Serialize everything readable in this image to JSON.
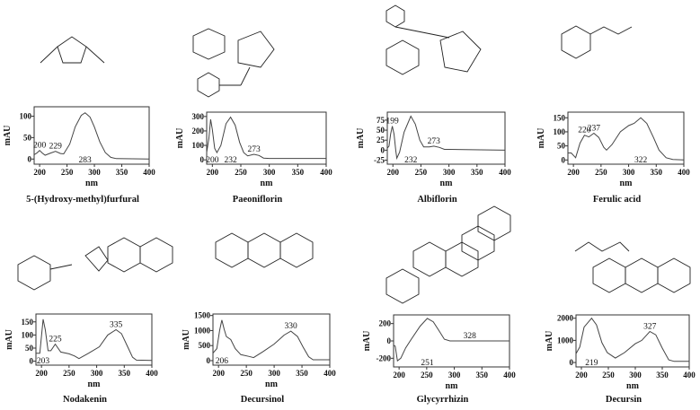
{
  "chart_data": [
    {
      "type": "line",
      "compound": "5-(Hydroxy-methyl)furfural",
      "xlabel": "nm",
      "ylabel": "mAU",
      "xlim": [
        190,
        400
      ],
      "xticks": [
        200,
        250,
        300,
        350,
        400
      ],
      "ylim": [
        -12,
        122
      ],
      "yticks": [
        0,
        50,
        100
      ],
      "points": [
        [
          190,
          10
        ],
        [
          195,
          14
        ],
        [
          200,
          20
        ],
        [
          205,
          14
        ],
        [
          210,
          9
        ],
        [
          220,
          14
        ],
        [
          229,
          18
        ],
        [
          238,
          13
        ],
        [
          244,
          12
        ],
        [
          255,
          35
        ],
        [
          265,
          75
        ],
        [
          276,
          102
        ],
        [
          283,
          108
        ],
        [
          292,
          98
        ],
        [
          300,
          75
        ],
        [
          310,
          40
        ],
        [
          320,
          15
        ],
        [
          330,
          4
        ],
        [
          340,
          1
        ],
        [
          400,
          0
        ]
      ],
      "peaks": [
        {
          "label": "200",
          "x": 200,
          "pos": "above"
        },
        {
          "label": "229",
          "x": 229,
          "pos": "above"
        },
        {
          "label": "283",
          "x": 283,
          "pos": "below"
        }
      ]
    },
    {
      "type": "line",
      "compound": "Paeoniflorin",
      "xlabel": "nm",
      "ylabel": "mAU",
      "xlim": [
        190,
        400
      ],
      "xticks": [
        200,
        250,
        300,
        350,
        400
      ],
      "ylim": [
        -30,
        330
      ],
      "yticks": [
        0,
        100,
        200,
        300
      ],
      "points": [
        [
          190,
          50
        ],
        [
          194,
          150
        ],
        [
          197,
          280
        ],
        [
          200,
          210
        ],
        [
          204,
          80
        ],
        [
          208,
          50
        ],
        [
          215,
          100
        ],
        [
          224,
          250
        ],
        [
          232,
          295
        ],
        [
          240,
          240
        ],
        [
          248,
          120
        ],
        [
          255,
          50
        ],
        [
          262,
          28
        ],
        [
          273,
          38
        ],
        [
          282,
          30
        ],
        [
          290,
          12
        ],
        [
          300,
          10
        ],
        [
          400,
          10
        ]
      ],
      "peaks": [
        {
          "label": "200",
          "x": 200,
          "pos": "below"
        },
        {
          "label": "232",
          "x": 232,
          "pos": "below"
        },
        {
          "label": "273",
          "x": 273,
          "pos": "above"
        }
      ]
    },
    {
      "type": "line",
      "compound": "Albiflorin",
      "xlabel": "nm",
      "ylabel": "mAU",
      "xlim": [
        190,
        400
      ],
      "xticks": [
        200,
        250,
        300,
        350,
        400
      ],
      "ylim": [
        -35,
        95
      ],
      "yticks": [
        -25,
        0,
        25,
        50,
        75
      ],
      "points": [
        [
          190,
          5
        ],
        [
          193,
          10
        ],
        [
          196,
          40
        ],
        [
          199,
          60
        ],
        [
          202,
          40
        ],
        [
          205,
          0
        ],
        [
          207,
          -20
        ],
        [
          212,
          -5
        ],
        [
          220,
          45
        ],
        [
          232,
          85
        ],
        [
          240,
          65
        ],
        [
          248,
          25
        ],
        [
          255,
          8
        ],
        [
          265,
          8
        ],
        [
          273,
          10
        ],
        [
          283,
          7
        ],
        [
          292,
          2
        ],
        [
          300,
          2
        ],
        [
          400,
          0
        ]
      ],
      "peaks": [
        {
          "label": "199",
          "x": 199,
          "pos": "above"
        },
        {
          "label": "232",
          "x": 232,
          "pos": "below"
        },
        {
          "label": "273",
          "x": 273,
          "pos": "above"
        }
      ]
    },
    {
      "type": "line",
      "compound": "Ferulic acid",
      "xlabel": "nm",
      "ylabel": "mAU",
      "xlim": [
        190,
        400
      ],
      "xticks": [
        200,
        250,
        300,
        350,
        400
      ],
      "ylim": [
        -15,
        170
      ],
      "yticks": [
        0,
        50,
        100,
        150
      ],
      "points": [
        [
          190,
          25
        ],
        [
          196,
          25
        ],
        [
          204,
          8
        ],
        [
          212,
          60
        ],
        [
          220,
          88
        ],
        [
          228,
          82
        ],
        [
          237,
          95
        ],
        [
          246,
          80
        ],
        [
          255,
          45
        ],
        [
          260,
          35
        ],
        [
          270,
          55
        ],
        [
          285,
          100
        ],
        [
          300,
          122
        ],
        [
          310,
          130
        ],
        [
          322,
          150
        ],
        [
          333,
          130
        ],
        [
          345,
          80
        ],
        [
          355,
          35
        ],
        [
          368,
          8
        ],
        [
          380,
          2
        ],
        [
          400,
          0
        ]
      ],
      "peaks": [
        {
          "label": "220",
          "x": 220,
          "pos": "above"
        },
        {
          "label": "237",
          "x": 237,
          "pos": "above"
        },
        {
          "label": "322",
          "x": 322,
          "pos": "below"
        }
      ]
    },
    {
      "type": "line",
      "compound": "Nodakenin",
      "xlabel": "nm",
      "ylabel": "mAU",
      "xlim": [
        190,
        400
      ],
      "xticks": [
        200,
        250,
        300,
        350,
        400
      ],
      "ylim": [
        -15,
        180
      ],
      "yticks": [
        0,
        50,
        100,
        150
      ],
      "points": [
        [
          190,
          30
        ],
        [
          197,
          30
        ],
        [
          203,
          160
        ],
        [
          207,
          120
        ],
        [
          212,
          40
        ],
        [
          217,
          40
        ],
        [
          225,
          65
        ],
        [
          235,
          35
        ],
        [
          250,
          28
        ],
        [
          260,
          20
        ],
        [
          268,
          10
        ],
        [
          285,
          30
        ],
        [
          305,
          55
        ],
        [
          320,
          100
        ],
        [
          335,
          120
        ],
        [
          345,
          105
        ],
        [
          355,
          60
        ],
        [
          365,
          15
        ],
        [
          372,
          4
        ],
        [
          400,
          3
        ]
      ],
      "peaks": [
        {
          "label": "203",
          "x": 203,
          "pos": "below"
        },
        {
          "label": "225",
          "x": 225,
          "pos": "above"
        },
        {
          "label": "335",
          "x": 335,
          "pos": "above"
        }
      ]
    },
    {
      "type": "line",
      "compound": "Decursinol",
      "xlabel": "nm",
      "ylabel": "mAU",
      "xlim": [
        190,
        400
      ],
      "xticks": [
        200,
        250,
        300,
        350,
        400
      ],
      "ylim": [
        -150,
        1550
      ],
      "yticks": [
        0,
        500,
        1000,
        1500
      ],
      "points": [
        [
          190,
          250
        ],
        [
          197,
          400
        ],
        [
          202,
          1000
        ],
        [
          206,
          1350
        ],
        [
          210,
          1050
        ],
        [
          214,
          800
        ],
        [
          222,
          700
        ],
        [
          230,
          400
        ],
        [
          240,
          200
        ],
        [
          255,
          140
        ],
        [
          263,
          100
        ],
        [
          280,
          300
        ],
        [
          300,
          550
        ],
        [
          318,
          850
        ],
        [
          330,
          980
        ],
        [
          342,
          800
        ],
        [
          352,
          450
        ],
        [
          362,
          130
        ],
        [
          370,
          30
        ],
        [
          400,
          30
        ]
      ],
      "peaks": [
        {
          "label": "206",
          "x": 206,
          "pos": "below"
        },
        {
          "label": "330",
          "x": 330,
          "pos": "above"
        }
      ]
    },
    {
      "type": "line",
      "compound": "Glycyrrhizin",
      "xlabel": "nm",
      "ylabel": "mAU",
      "xlim": [
        190,
        400
      ],
      "xticks": [
        200,
        250,
        300,
        350,
        400
      ],
      "ylim": [
        -300,
        300
      ],
      "yticks": [
        -200,
        0,
        200
      ],
      "points": [
        [
          190,
          -50
        ],
        [
          193,
          -60
        ],
        [
          197,
          -230
        ],
        [
          203,
          -200
        ],
        [
          212,
          -80
        ],
        [
          222,
          20
        ],
        [
          238,
          170
        ],
        [
          251,
          260
        ],
        [
          262,
          220
        ],
        [
          272,
          120
        ],
        [
          282,
          20
        ],
        [
          292,
          0
        ],
        [
          400,
          0
        ]
      ],
      "peaks": [
        {
          "label": "251",
          "x": 251,
          "pos": "below"
        },
        {
          "label": "328",
          "x": 328,
          "pos": "above"
        }
      ]
    },
    {
      "type": "line",
      "compound": "Decursin",
      "xlabel": "nm",
      "ylabel": "mAU",
      "xlim": [
        190,
        400
      ],
      "xticks": [
        200,
        250,
        300,
        350,
        400
      ],
      "ylim": [
        -200,
        2150
      ],
      "yticks": [
        0,
        1000,
        2000
      ],
      "points": [
        [
          190,
          400
        ],
        [
          197,
          700
        ],
        [
          205,
          1600
        ],
        [
          219,
          2000
        ],
        [
          228,
          1700
        ],
        [
          238,
          900
        ],
        [
          248,
          450
        ],
        [
          263,
          200
        ],
        [
          280,
          450
        ],
        [
          300,
          850
        ],
        [
          312,
          1000
        ],
        [
          327,
          1400
        ],
        [
          338,
          1250
        ],
        [
          350,
          650
        ],
        [
          362,
          120
        ],
        [
          372,
          50
        ],
        [
          400,
          50
        ]
      ],
      "peaks": [
        {
          "label": "219",
          "x": 219,
          "pos": "below"
        },
        {
          "label": "327",
          "x": 327,
          "pos": "above"
        }
      ]
    }
  ],
  "colors": {
    "curve": "#444444",
    "frame": "#333333",
    "text": "#111111"
  }
}
